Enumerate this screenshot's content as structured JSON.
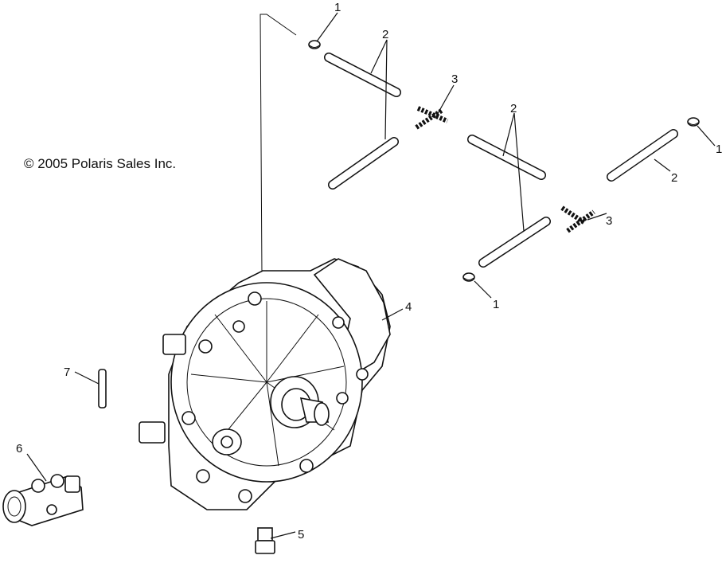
{
  "copyright": "© 2005 Polaris Sales Inc.",
  "callouts": [
    {
      "id": "c1a",
      "label": "1"
    },
    {
      "id": "c1b",
      "label": "1"
    },
    {
      "id": "c1c",
      "label": "1"
    },
    {
      "id": "c2a",
      "label": "2"
    },
    {
      "id": "c2b",
      "label": "2"
    },
    {
      "id": "c2c",
      "label": "2"
    },
    {
      "id": "c3a",
      "label": "3"
    },
    {
      "id": "c3b",
      "label": "3"
    },
    {
      "id": "c4",
      "label": "4"
    },
    {
      "id": "c5",
      "label": "5"
    },
    {
      "id": "c6",
      "label": "6"
    },
    {
      "id": "c7",
      "label": "7"
    }
  ]
}
